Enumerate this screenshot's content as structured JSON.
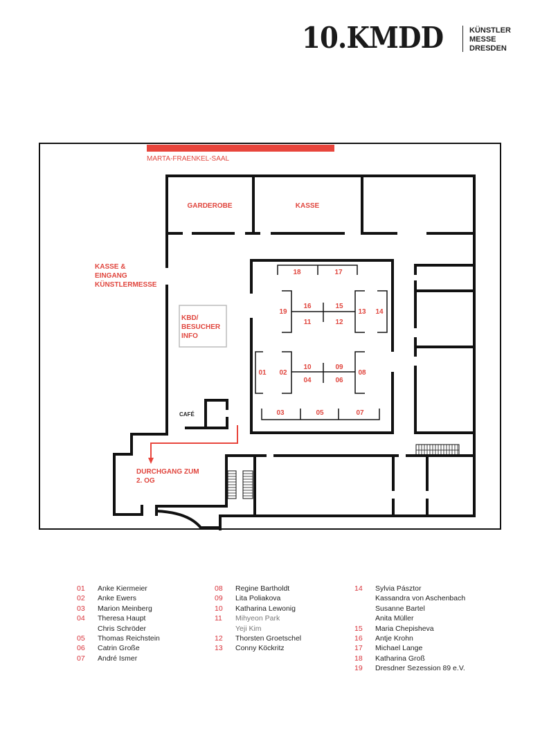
{
  "logo": {
    "main": "10.KMDD",
    "sub": [
      "KÜNSTLER",
      "MESSE",
      "DRESDEN"
    ]
  },
  "colors": {
    "accent": "#e8453c",
    "wall": "#111111",
    "label": "#e0463e"
  },
  "plan": {
    "hall_name": "MARTA-FRAENKEL-SAAL",
    "garderobe": "GARDEROBE",
    "kasse": "KASSE",
    "entrance": [
      "KASSE &",
      "EINGANG",
      "KÜNSTLERMESSE"
    ],
    "info": [
      "KBD/",
      "BESUCHER",
      "INFO"
    ],
    "cafe": "CAFÉ",
    "passage": [
      "DURCHGANG ZUM",
      "2. OG"
    ],
    "booths": [
      "01",
      "02",
      "03",
      "04",
      "05",
      "06",
      "07",
      "08",
      "09",
      "10",
      "11",
      "12",
      "13",
      "14",
      "15",
      "16",
      "17",
      "18",
      "19"
    ]
  },
  "legend": {
    "columns": [
      [
        {
          "number": "01",
          "names": [
            "Anke Kiermeier"
          ]
        },
        {
          "number": "02",
          "names": [
            "Anke Ewers"
          ]
        },
        {
          "number": "03",
          "names": [
            "Marion Meinberg"
          ]
        },
        {
          "number": "04",
          "names": [
            "Theresa Haupt",
            "Chris Schröder"
          ]
        },
        {
          "number": "05",
          "names": [
            "Thomas Reichstein"
          ]
        },
        {
          "number": "06",
          "names": [
            "Catrin Große"
          ]
        },
        {
          "number": "07",
          "names": [
            "André Ismer"
          ]
        }
      ],
      [
        {
          "number": "08",
          "names": [
            "Regine Bartholdt"
          ]
        },
        {
          "number": "09",
          "names": [
            "Lita Poliakova"
          ]
        },
        {
          "number": "10",
          "names": [
            "Katharina Lewonig"
          ]
        },
        {
          "number": "11",
          "names": [
            "Mihyeon Park",
            "Yeji Kim"
          ],
          "muted": true
        },
        {
          "number": "12",
          "names": [
            "Thorsten Groetschel"
          ]
        },
        {
          "number": "13",
          "names": [
            "Conny Köckritz"
          ]
        }
      ],
      [
        {
          "number": "14",
          "names": [
            "Sylvia Pásztor",
            "Kassandra von Aschenbach",
            "Susanne Bartel",
            "Anita Müller"
          ]
        },
        {
          "number": "15",
          "names": [
            "Maria Chepisheva"
          ]
        },
        {
          "number": "16",
          "names": [
            "Antje Krohn"
          ]
        },
        {
          "number": "17",
          "names": [
            "Michael Lange"
          ]
        },
        {
          "number": "18",
          "names": [
            "Katharina Groß"
          ]
        },
        {
          "number": "19",
          "names": [
            "Dresdner Sezession 89 e.V."
          ]
        }
      ]
    ]
  }
}
